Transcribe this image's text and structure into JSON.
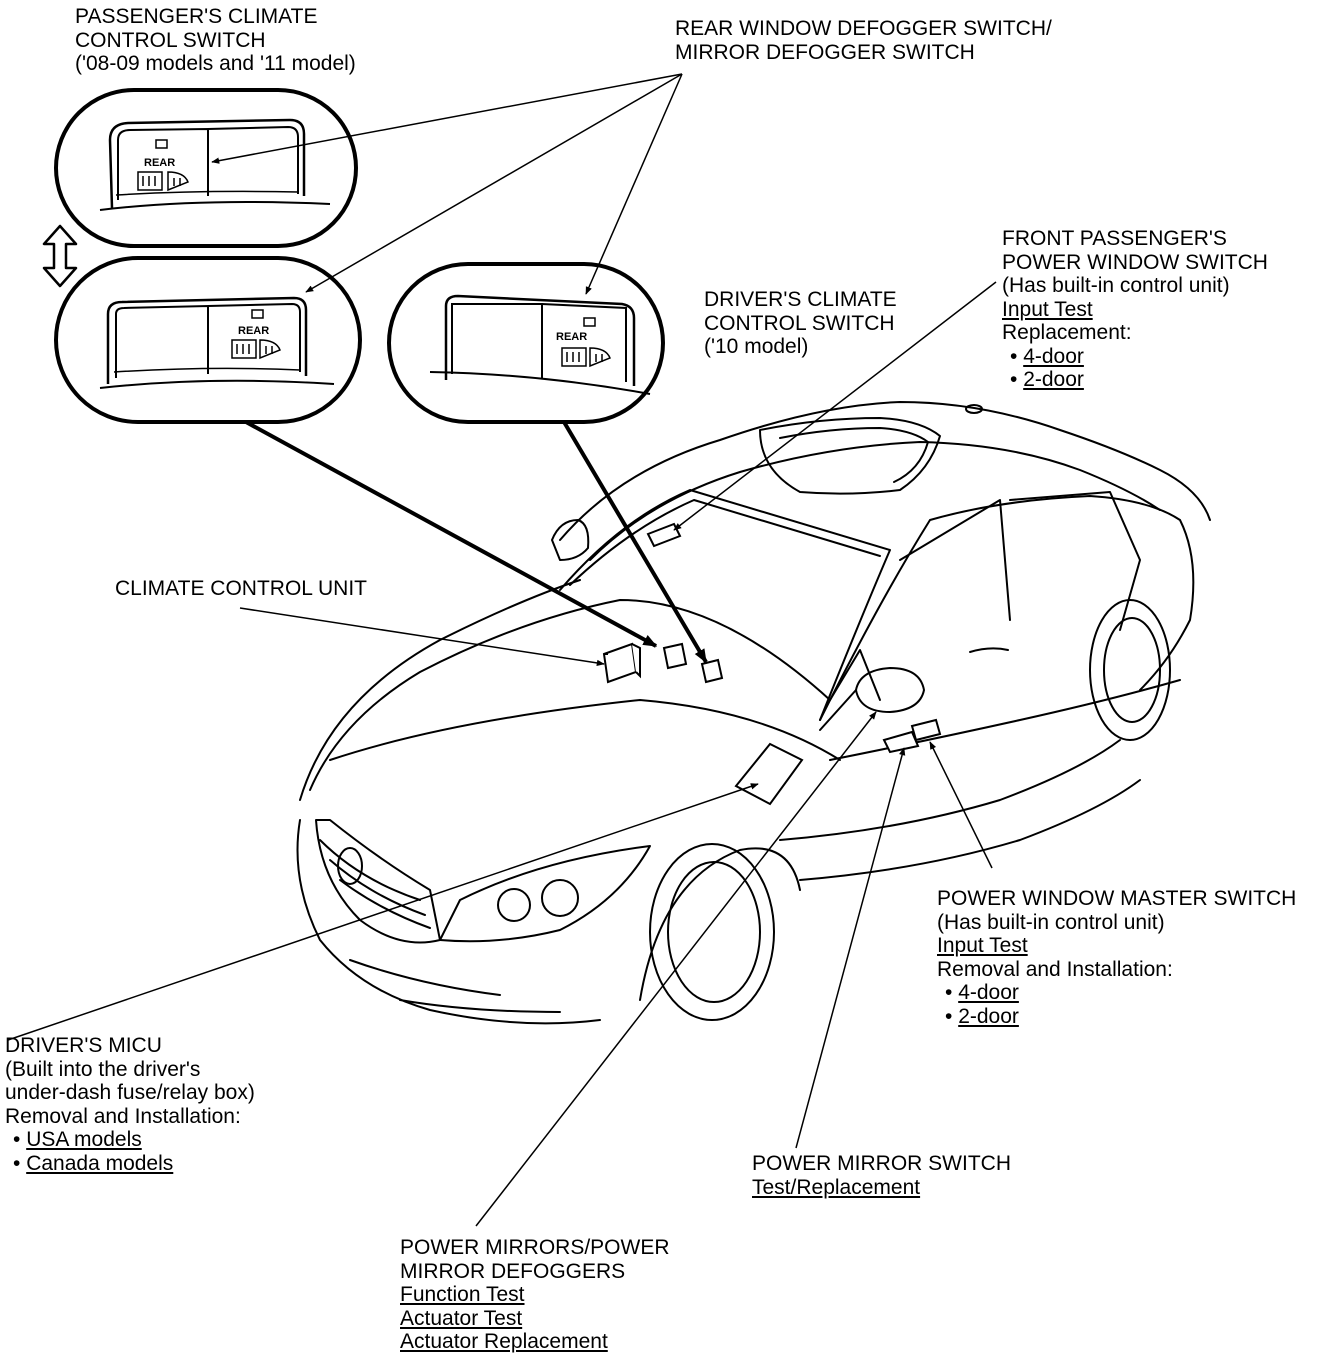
{
  "labels": {
    "pass_climate": {
      "title": [
        "PASSENGER'S CLIMATE",
        "CONTROL SWITCH"
      ],
      "note": "('08-09 models and '11 model)"
    },
    "rear_defogger": {
      "title": [
        "REAR WINDOW DEFOGGER SWITCH/",
        "MIRROR DEFOGGER SWITCH"
      ]
    },
    "front_pass_window": {
      "title": [
        "FRONT PASSENGER'S",
        "POWER WINDOW SWITCH"
      ],
      "note": "(Has built-in control unit)",
      "link_input": "Input Test",
      "replacement": "Replacement:",
      "items": [
        "4-door",
        "2-door"
      ]
    },
    "driver_climate": {
      "title": [
        "DRIVER'S CLIMATE",
        "CONTROL SWITCH"
      ],
      "note": "('10 model)"
    },
    "climate_unit": {
      "title": "CLIMATE CONTROL UNIT"
    },
    "master_switch": {
      "title": "POWER WINDOW MASTER SWITCH",
      "note": "(Has built-in control unit)",
      "link_input": "Input Test",
      "removal": "Removal and Installation:",
      "items": [
        "4-door",
        "2-door"
      ]
    },
    "driver_micu": {
      "title": "DRIVER'S MICU",
      "note": [
        "(Built into the driver's",
        "under-dash fuse/relay box)"
      ],
      "removal": "Removal and Installation:",
      "items": [
        "USA models",
        "Canada models"
      ]
    },
    "mirror_switch": {
      "title": "POWER MIRROR SWITCH",
      "link": "Test/Replacement"
    },
    "power_mirrors": {
      "title": [
        "POWER MIRRORS/POWER",
        "MIRROR DEFOGGERS"
      ],
      "links": [
        "Function Test",
        "Actuator Test",
        "Actuator Replacement"
      ]
    }
  },
  "switch_panel_text": "REAR"
}
